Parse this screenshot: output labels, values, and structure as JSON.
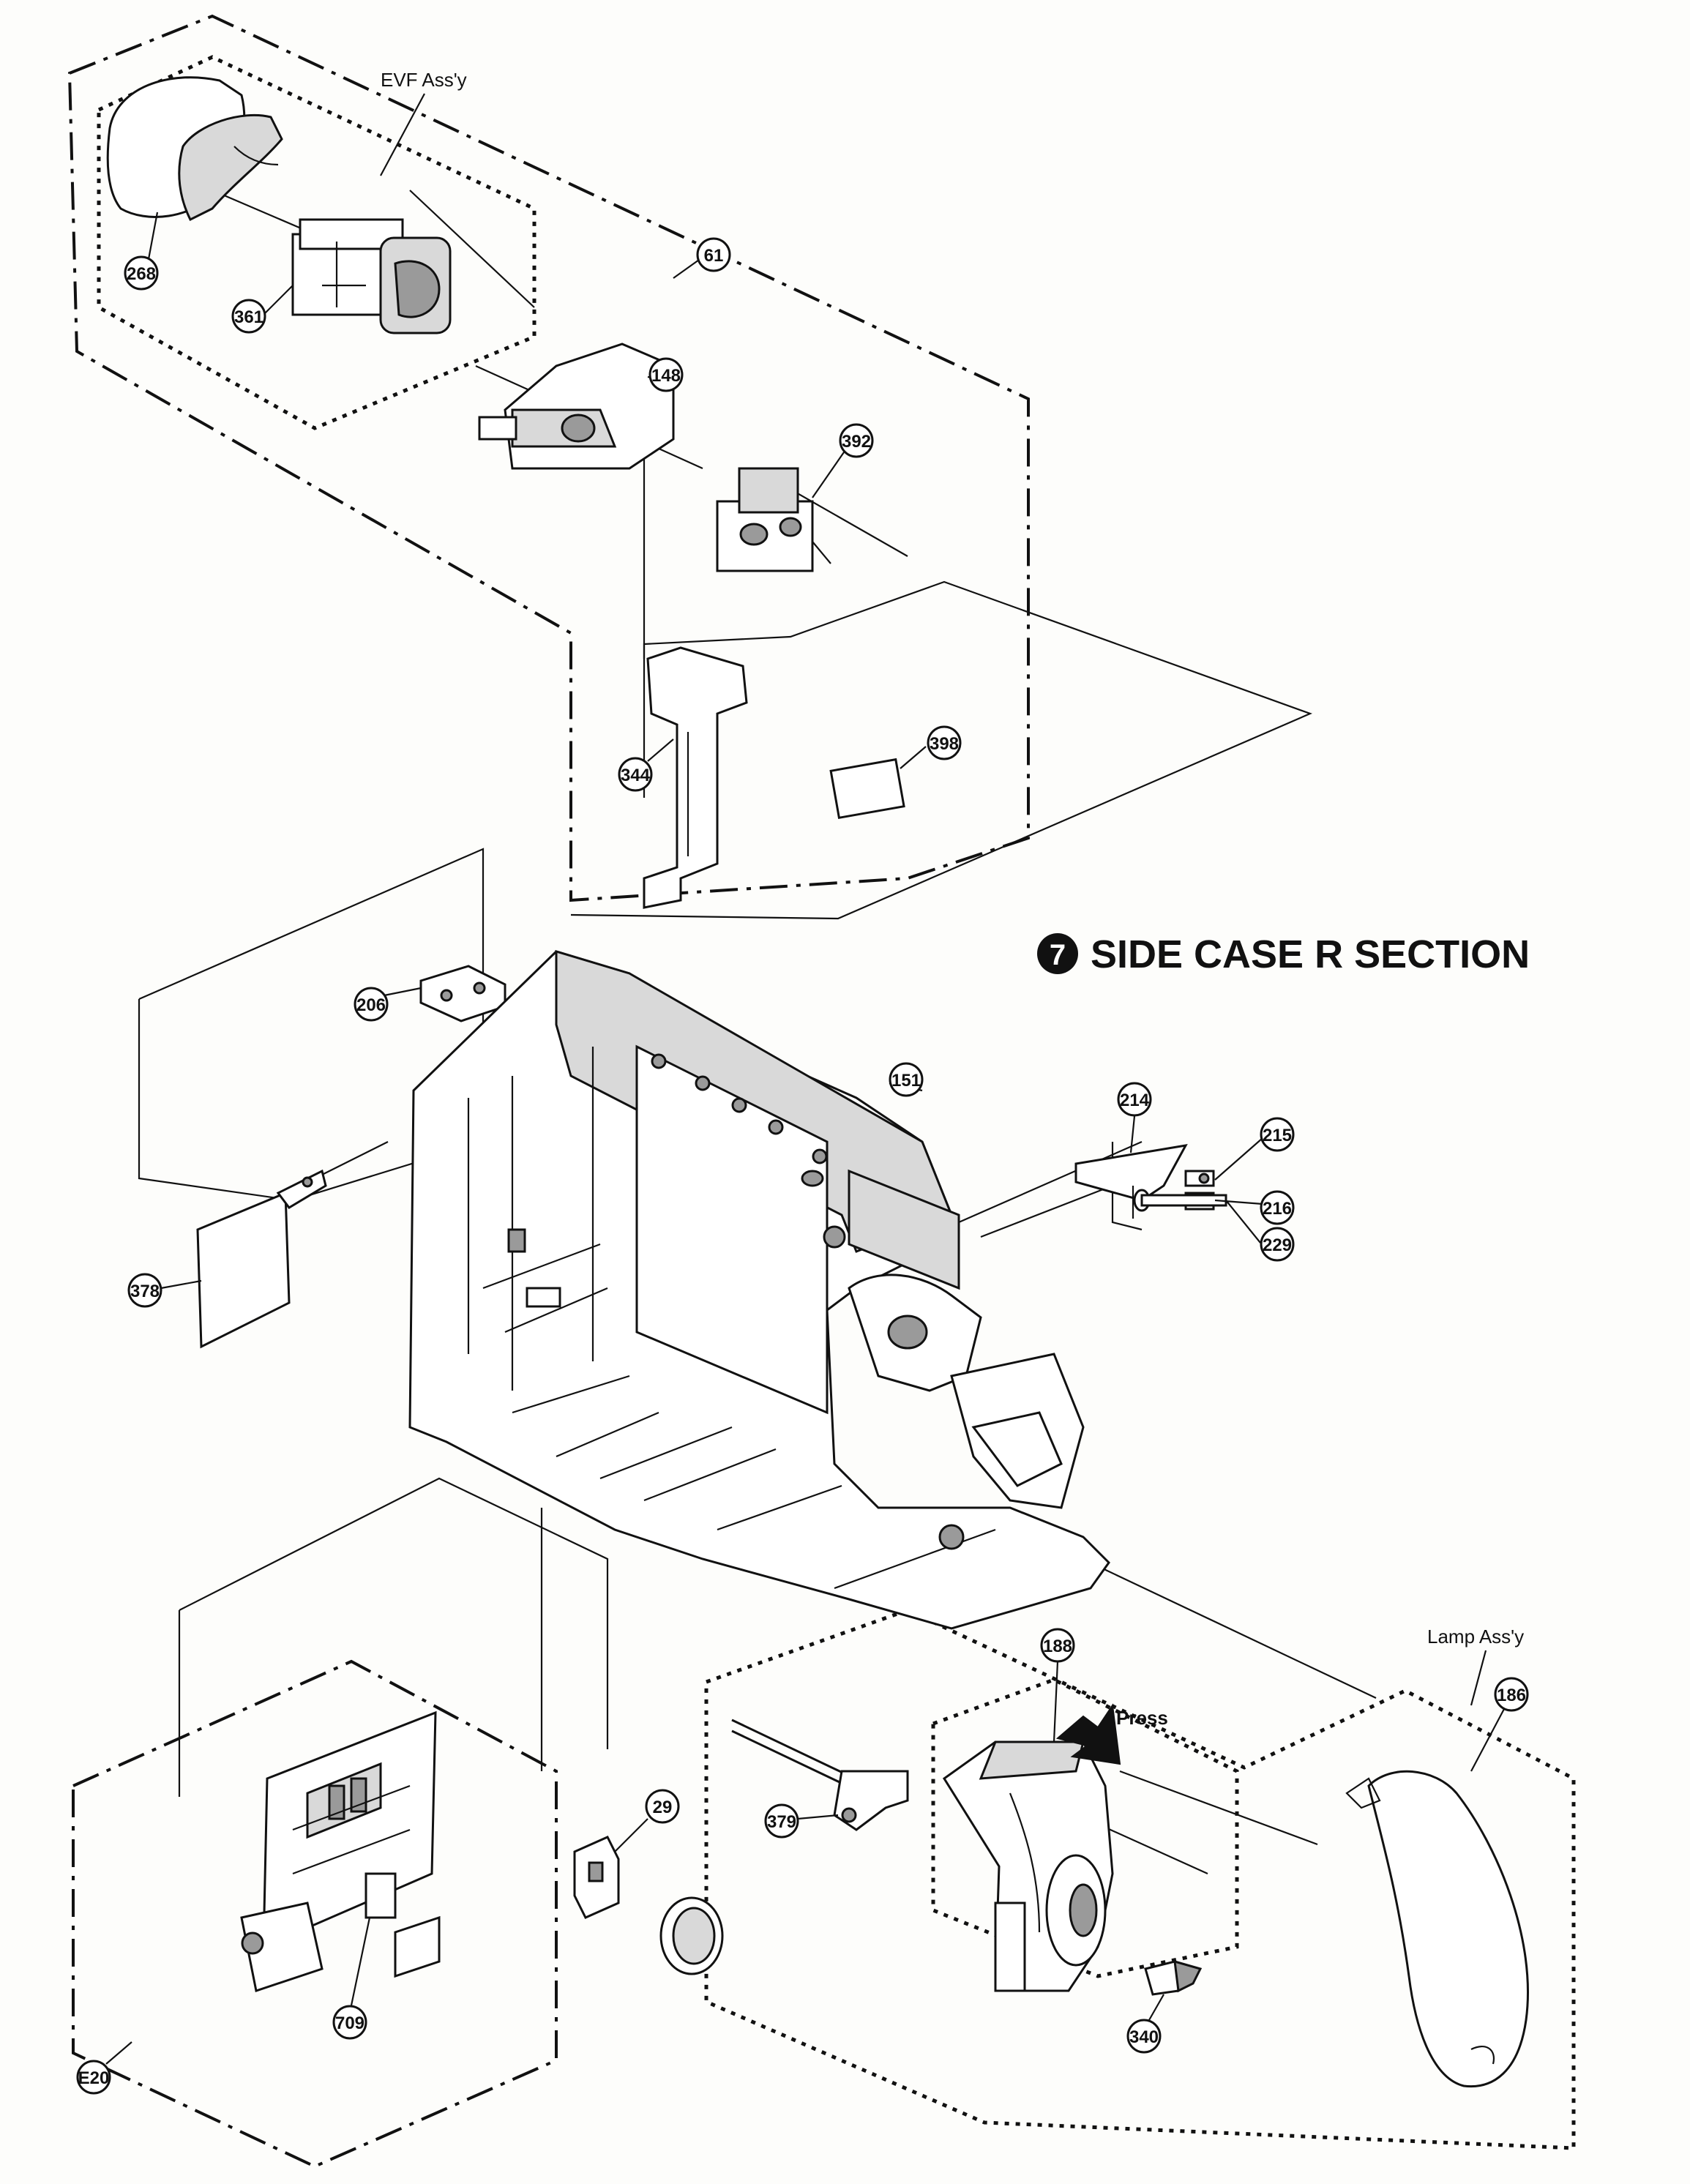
{
  "title": {
    "badge_number": "7",
    "text": "SIDE CASE R SECTION"
  },
  "assembly_labels": {
    "evf": "EVF Ass'y",
    "lamp": "Lamp Ass'y",
    "press": "Press"
  },
  "callouts": {
    "p268": "268",
    "p361": "361",
    "p61": "61",
    "p148": "148",
    "p392": "392",
    "p344": "344",
    "p398": "398",
    "p206": "206",
    "p214": "214",
    "p215": "215",
    "p216": "216",
    "p151": "151",
    "p229": "229",
    "p378": "378",
    "p188": "188",
    "p186": "186",
    "p379": "379",
    "p29": "29",
    "p340": "340",
    "p709": "709",
    "pE20": "E20"
  }
}
